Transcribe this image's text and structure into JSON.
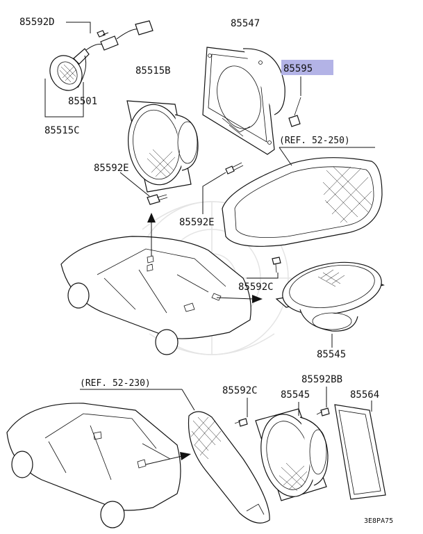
{
  "labels": {
    "p85592D": "85592D",
    "p85547": "85547",
    "p85515B": "85515B",
    "p85595": "85595",
    "p85501": "85501",
    "p85515C": "85515C",
    "ref52250": "(REF. 52-250)",
    "p85592E_a": "85592E",
    "p85592E_b": "85592E",
    "p85592C_a": "85592C",
    "p85545_a": "85545",
    "ref52230": "(REF. 52-230)",
    "p85592C_b": "85592C",
    "p85592BB": "85592BB",
    "p85545_b": "85545",
    "p85564": "85564",
    "diagram_code": "3E8PA75"
  },
  "colors": {
    "highlight_box": "#b3b3e6",
    "line": "#111111",
    "watermark": "#e4e4e4"
  }
}
